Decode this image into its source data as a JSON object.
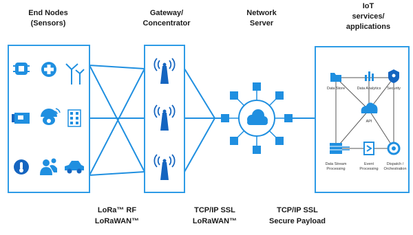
{
  "headers": {
    "end_nodes_line1": "End Nodes",
    "end_nodes_line2": "(Sensors)",
    "gateway_line1": "Gateway/",
    "gateway_line2": "Concentrator",
    "network_line1": "Network",
    "network_line2": "Server",
    "iot_line1": "IoT",
    "iot_line2": "services/",
    "iot_line3": "applications"
  },
  "end_node_icons": [
    "chip-icon",
    "medical-cross-icon",
    "wind-turbine-icon",
    "circuit-board-icon",
    "security-camera-icon",
    "building-icon",
    "thermometer-icon",
    "person-group-icon",
    "car-icon"
  ],
  "gateway_icons": [
    "antenna-tower-icon",
    "antenna-tower-icon",
    "antenna-tower-icon"
  ],
  "network_server": {
    "center_icon": "cloud-icon",
    "node_count": 8
  },
  "iot_services": {
    "data_store": "Data Store",
    "data_analytics": "Data Analytics",
    "security": "Security",
    "api": "API",
    "data_stream_1": "Data Stream",
    "data_stream_2": "Processing",
    "event_1": "Event",
    "event_2": "Processing",
    "dispatch_1": "Dispatch /",
    "dispatch_2": "Orchestration"
  },
  "bottom_labels": {
    "lora_rf": "LoRa™ RF",
    "lorawan_1": "LoRaWAN™",
    "tcp_ip_1": "TCP/IP SSL",
    "lorawan_2": "LoRaWAN™",
    "tcp_ip_2": "TCP/IP SSL",
    "secure_payload": "Secure Payload"
  },
  "colors": {
    "accent": "#1f8fe0",
    "dark_blue": "#1565c0",
    "box_border": "#2d9be6",
    "line": "#1f8fe0"
  }
}
